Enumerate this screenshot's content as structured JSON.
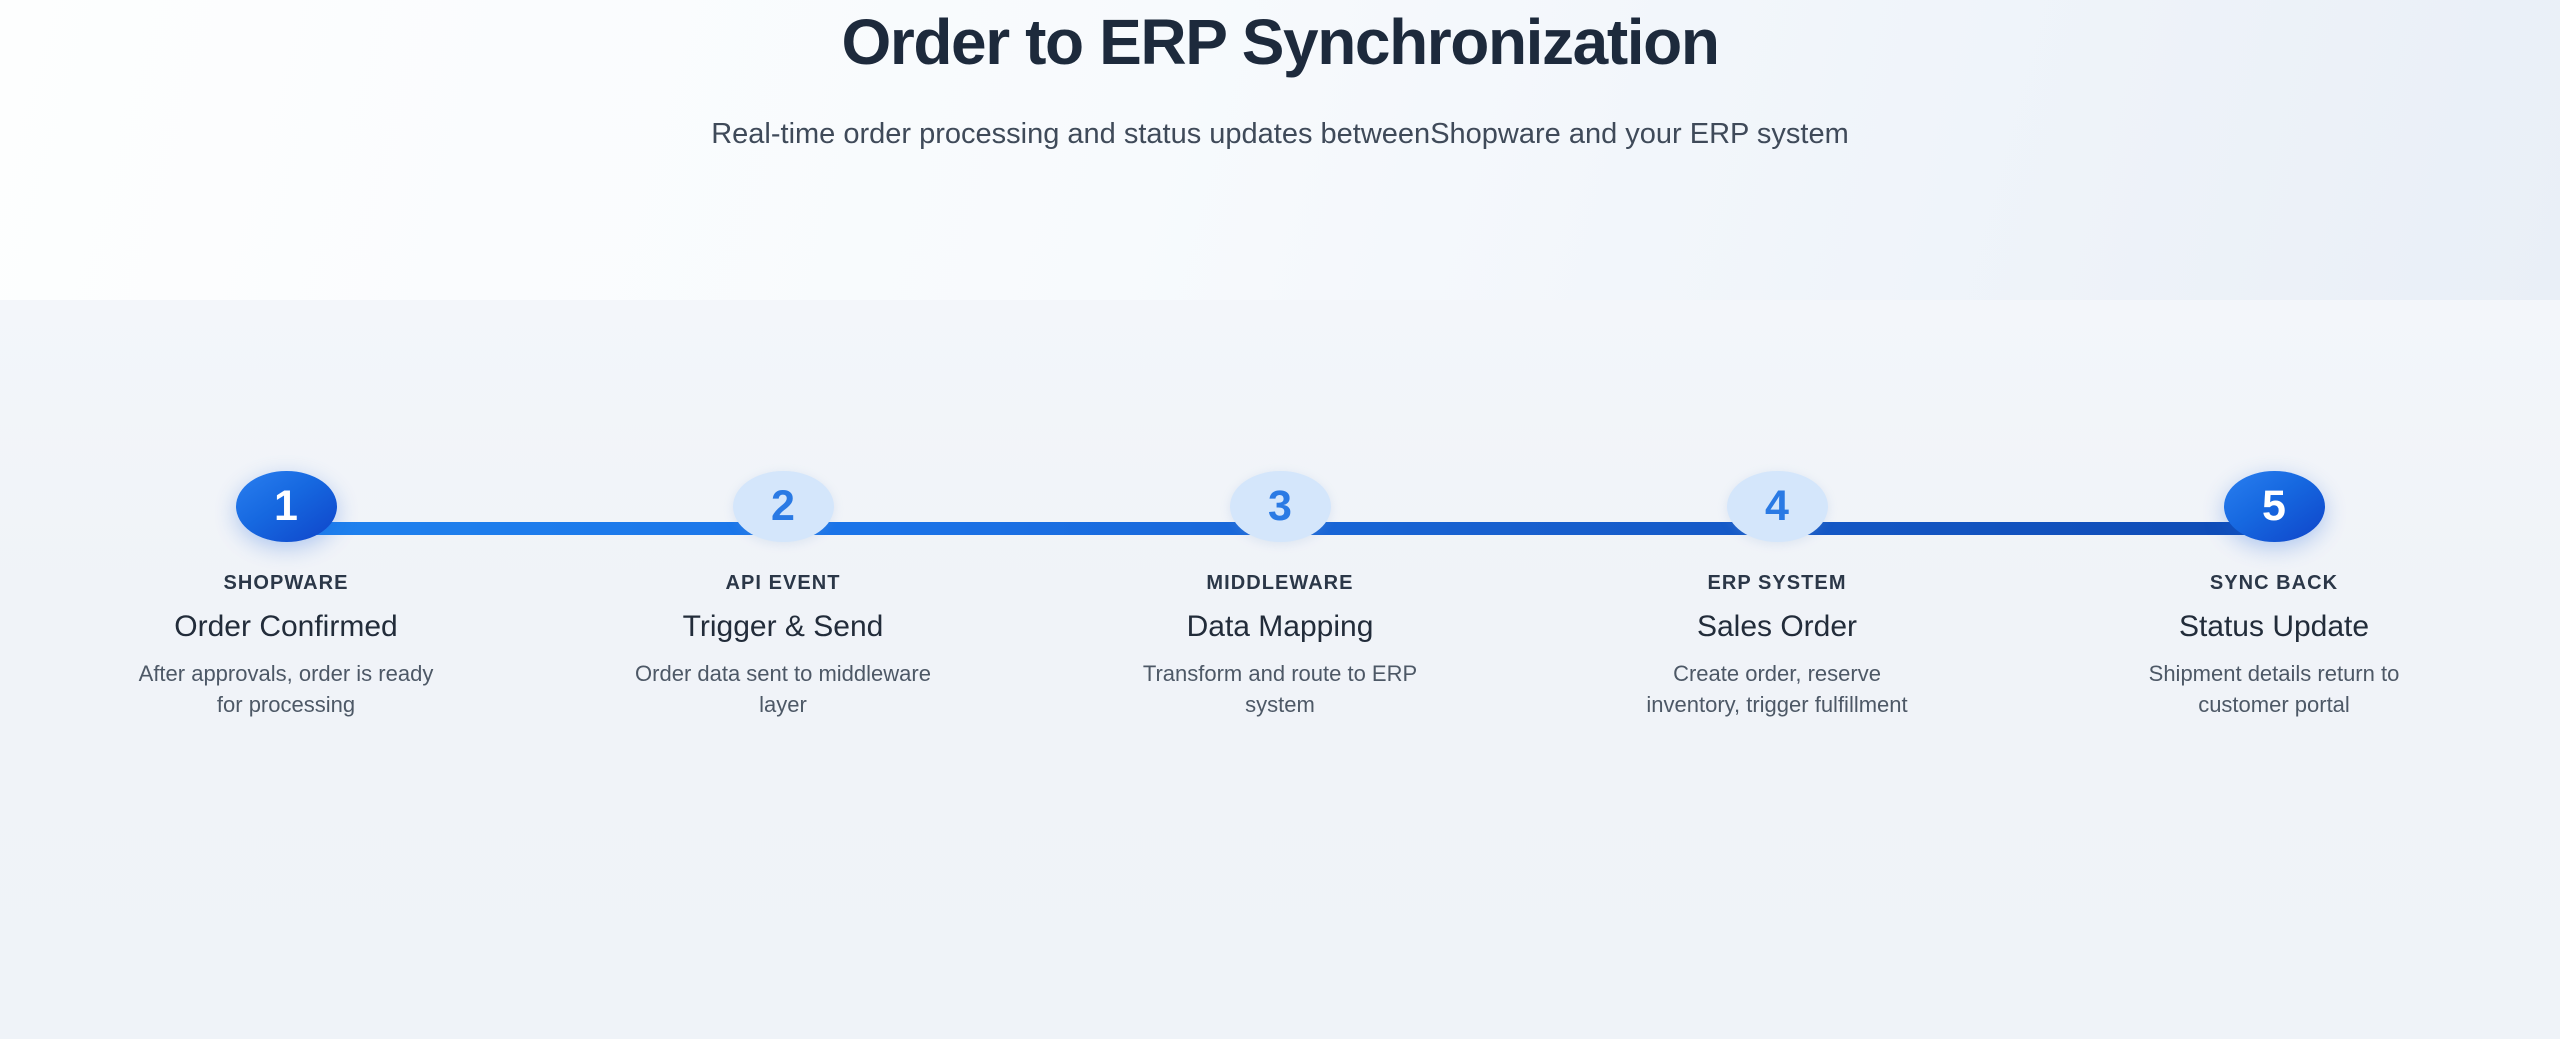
{
  "header": {
    "title": "Order to ERP Synchronization",
    "subtitle_before": "Real-time order processing and status updates between",
    "subtitle_brand": "Shopware",
    "subtitle_after": " and your ERP system"
  },
  "colors": {
    "accent_blue": "#1a73e8",
    "accent_deep_blue": "#0f44c9",
    "idle_circle": "#d4e6fb",
    "idle_number": "#2a7ae4",
    "title_text": "#1d2a3c",
    "body_text": "#4d5866",
    "page_background": "#f1f4f8"
  },
  "stepper": {
    "steps": [
      {
        "number": "1",
        "kicker": "SHOPWARE",
        "title": "Order Confirmed",
        "description": "After approvals, order is ready for processing",
        "state": "active"
      },
      {
        "number": "2",
        "kicker": "API EVENT",
        "title": "Trigger & Send",
        "description": "Order data sent to middleware layer",
        "state": "idle"
      },
      {
        "number": "3",
        "kicker": "MIDDLEWARE",
        "title": "Data Mapping",
        "description": "Transform and route to ERP system",
        "state": "idle"
      },
      {
        "number": "4",
        "kicker": "ERP SYSTEM",
        "title": "Sales Order",
        "description": "Create order, reserve inventory, trigger fulfillment",
        "state": "idle"
      },
      {
        "number": "5",
        "kicker": "SYNC BACK",
        "title": "Status Update",
        "description": "Shipment details return to customer portal",
        "state": "active"
      }
    ]
  }
}
